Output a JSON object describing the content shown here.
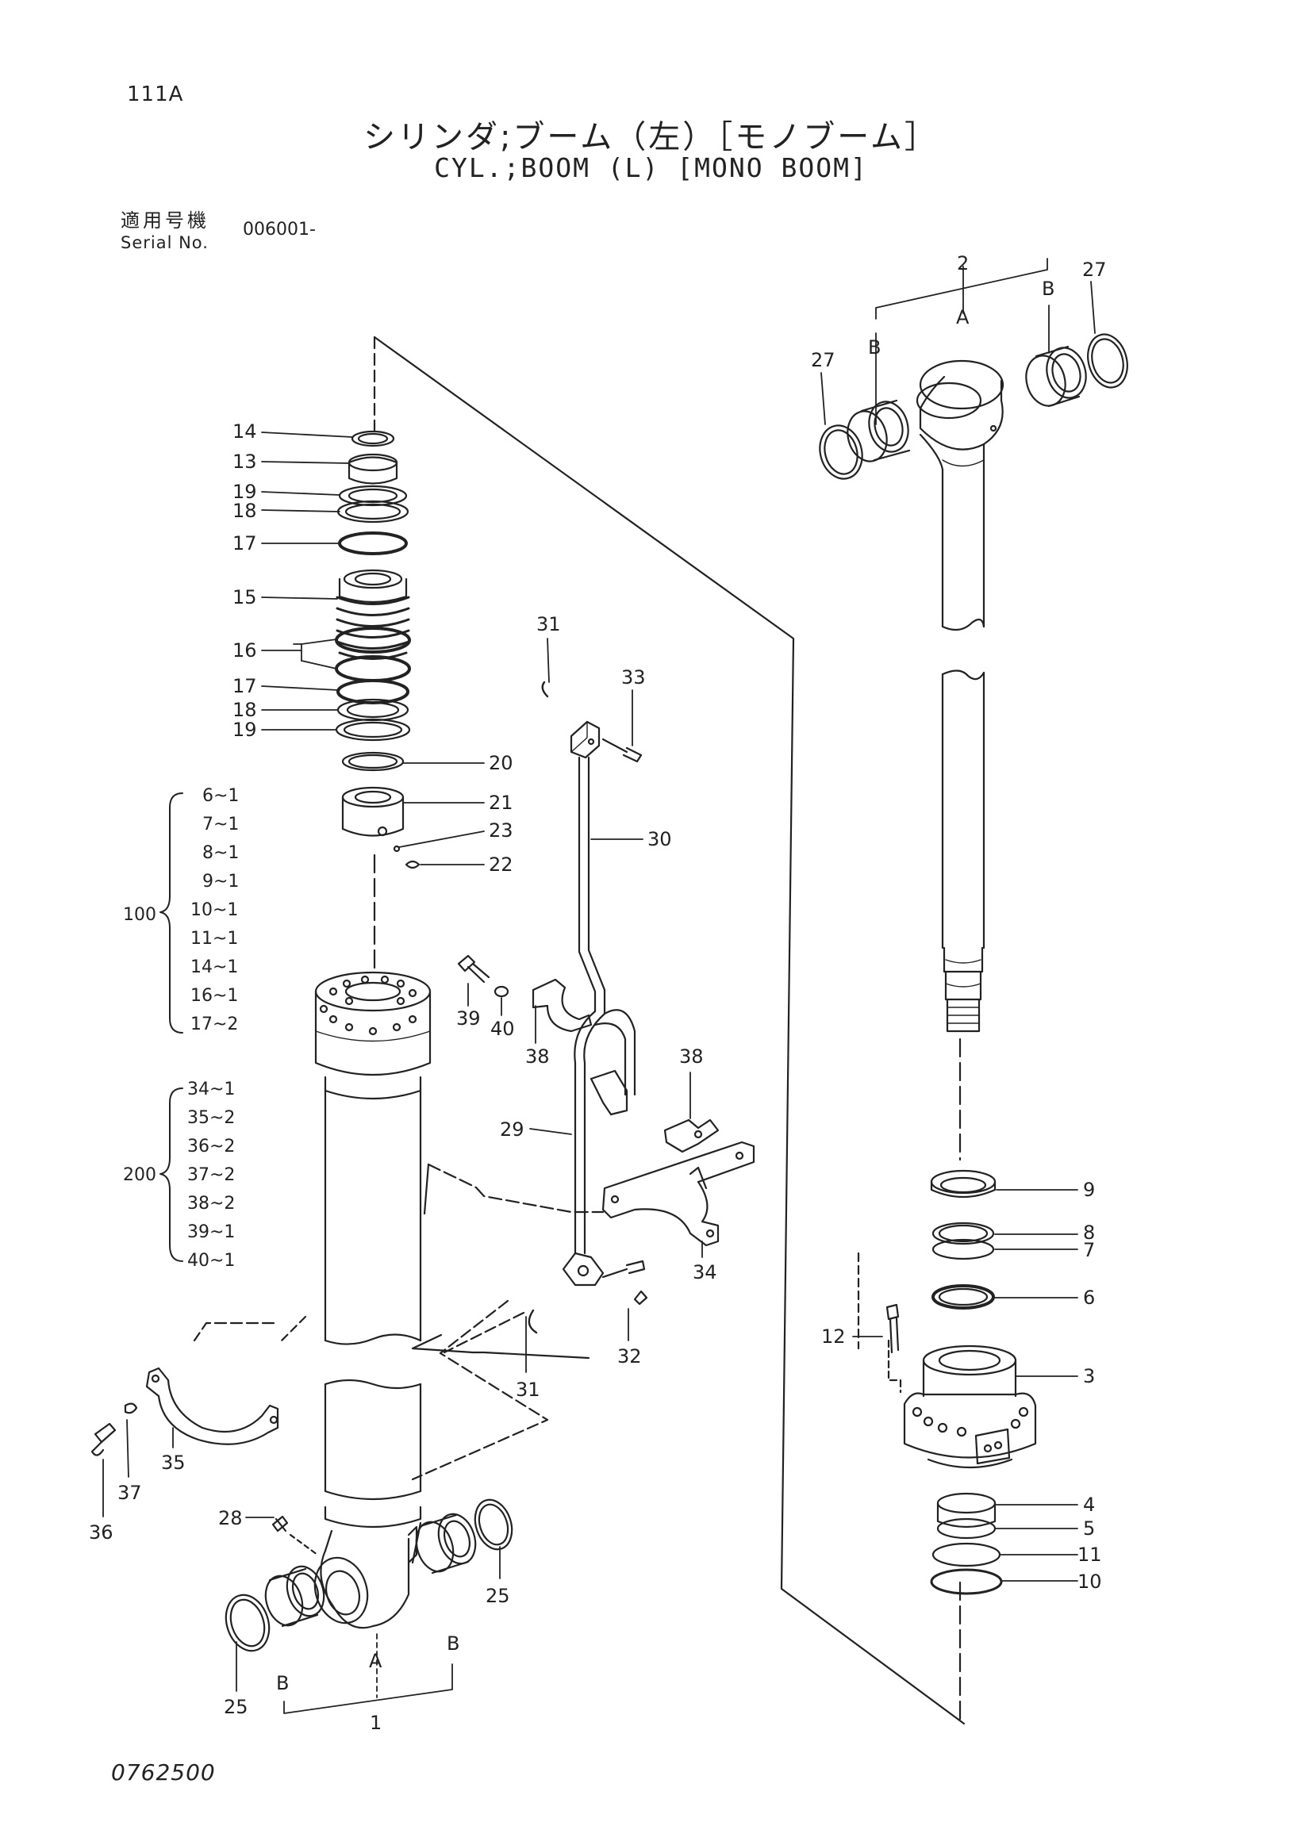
{
  "header": {
    "page_code": "111A",
    "title_jp": "シリンダ;ブーム（左）［モノブーム］",
    "title_en": "CYL.;BOOM (L) [MONO BOOM]",
    "serial_label_jp": "適用号機",
    "serial_label_en": "Serial No.",
    "serial_value": "006001-"
  },
  "footer": {
    "doc_number": "0762500"
  },
  "callouts": [
    "14",
    "13",
    "19",
    "18",
    "17",
    "15",
    "16",
    "17",
    "18",
    "19",
    "20",
    "21",
    "23",
    "22",
    "31",
    "33",
    "30",
    "39",
    "40",
    "38",
    "38",
    "29",
    "34",
    "31",
    "32",
    "35",
    "37",
    "36",
    "28",
    "25",
    "25",
    "1",
    "2",
    "27",
    "27",
    "9",
    "8",
    "7",
    "6",
    "12",
    "3",
    "4",
    "5",
    "11",
    "10"
  ],
  "letters": [
    "A",
    "B",
    "B",
    "A",
    "B",
    "B"
  ],
  "kit_100": {
    "label": "100",
    "items": [
      "6~1",
      "7~1",
      "8~1",
      "9~1",
      "10~1",
      "11~1",
      "14~1",
      "16~1",
      "17~2"
    ]
  },
  "kit_200": {
    "label": "200",
    "items": [
      "34~1",
      "35~2",
      "36~2",
      "37~2",
      "38~2",
      "39~1",
      "40~1"
    ]
  }
}
